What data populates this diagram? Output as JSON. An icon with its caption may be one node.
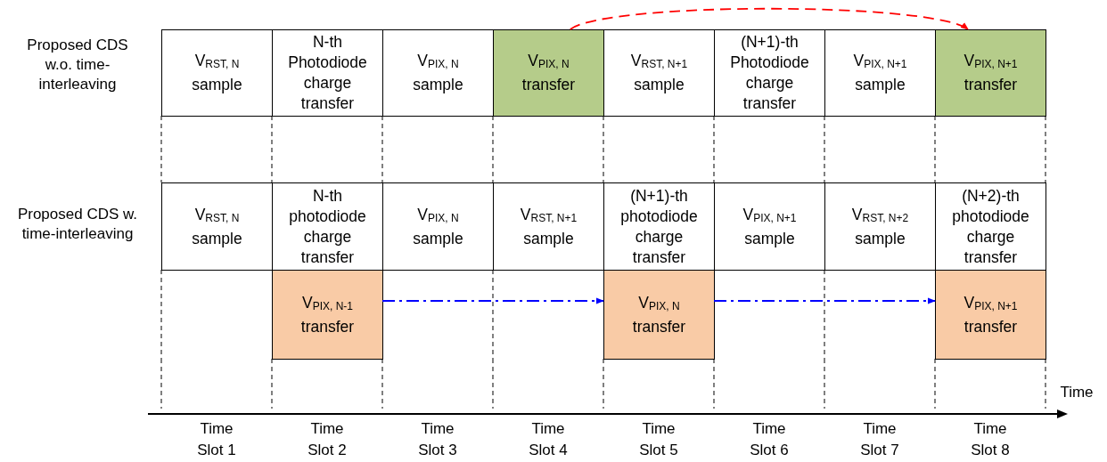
{
  "diagram": {
    "nodes": [
      {
        "text": [
          "V$_{RST, N}$",
          "sample"
        ]
      },
      {
        "text": [
          "N-th Photodiode charge transfer"
        ]
      },
      {
        "text": [
          "V$_{PIX, N}$",
          "sample"
        ]
      },
      {
        "text": [
          "V$_{PIX, N}$",
          "transfer"
        ]
      },
      {
        "text": [
          "V$_{RST, N+1}$",
          "sample"
        ]
      },
      {
        "text": [
          "(N+1)-th Photodiode charge transfer"
        ]
      },
      {
        "text": [
          "V$_{PIX, N+1}$",
          "sample"
        ]
      },
      {
        "text": [
          "V$_{PIX, N+1}$",
          "transfer"
        ]
      },
      {
        "text": [
          "V$_{RST, N}$",
          "sample"
        ]
      },
      {
        "text": [
          "N-th photodiode charge transfer"
        ]
      },
      {
        "text": [
          "V$_{PIX, N}$",
          "sample"
        ]
      },
      {
        "text": [
          "V$_{RST, N+1}$",
          "sample"
        ]
      },
      {
        "text": [
          "(N+1)-th photodiode charge transfer"
        ]
      },
      {
        "text": [
          "V$_{PIX, N+1}$",
          "sample"
        ]
      },
      {
        "text": [
          "V$_{RST, N+2}$",
          "sample"
        ]
      },
      {
        "text": [
          "(N+2)-th photodiode charge transfer"
        ]
      },
      {
        "text": [
          "V$_{PIX, N-1}$",
          "transfer"
        ]
      },
      {
        "text": [
          "V$_{PIX, N}$",
          "transfer"
        ]
      },
      {
        "text": [
          "V$_{PIX, N+1}$",
          "transfer"
        ]
      }
    ],
    "edges": [
      {
        "from": 3,
        "to": 7,
        "arrow": "to",
        "style": "dashed",
        "color": "#ff0000"
      },
      {
        "from": 16,
        "to": 17,
        "arrow": "to",
        "style": "dashed",
        "color": "#0000ff"
      },
      {
        "from": 17,
        "to": 18,
        "arrow": "to",
        "style": "dashed",
        "color": "#0000ff"
      }
    ],
    "labels": [
      "Proposed CDS w.o. time-interleaving",
      "Proposed CDS w. time-interleaving",
      "Time",
      "Time Slot 1",
      "Time Slot 2",
      "Time Slot 3",
      "Time Slot 4",
      "Time Slot 5",
      "Time Slot 6",
      "Time Slot 7",
      "Time Slot 8"
    ]
  }
}
